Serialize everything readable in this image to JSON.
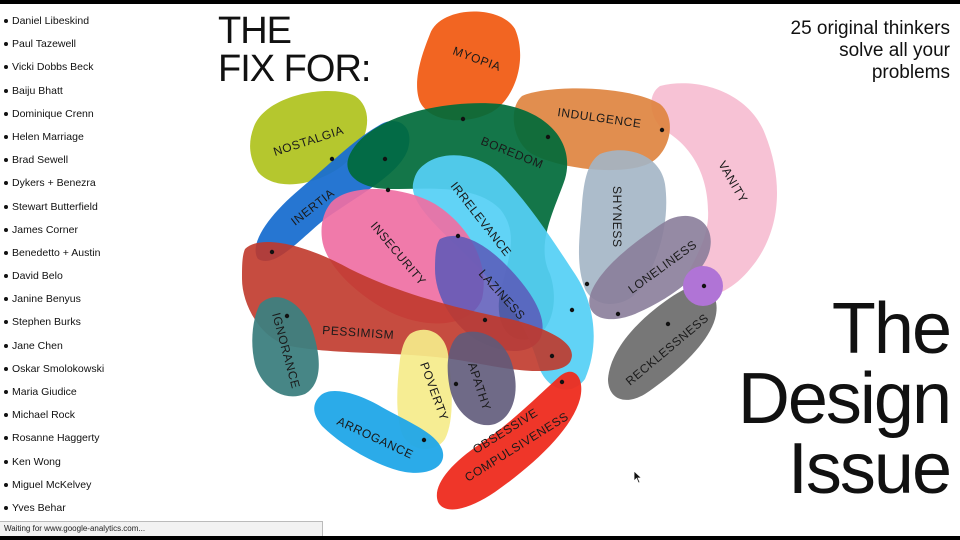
{
  "sidebar": {
    "items": [
      "Daniel Libeskind",
      "Paul Tazewell",
      "Vicki Dobbs Beck",
      "Baiju Bhatt",
      "Dominique Crenn",
      "Helen Marriage",
      "Brad Sewell",
      "Dykers + Benezra",
      "Stewart Butterfield",
      "James Corner",
      "Benedetto + Austin",
      "David Belo",
      "Janine Benyus",
      "Stephen Burks",
      "Jane Chen",
      "Oskar Smolokowski",
      "Maria Giudice",
      "Michael Rock",
      "Rosanne Haggerty",
      "Ken Wong",
      "Miguel McKelvey",
      "Yves Behar"
    ]
  },
  "header": {
    "fix_line1": "THE",
    "fix_line2": "FIX FOR:",
    "tagline_line1": "25 original thinkers",
    "tagline_line2": "solve all your",
    "tagline_line3": "problems"
  },
  "title": {
    "line1": "The",
    "line2": "Design",
    "line3": "Issue"
  },
  "blobs": {
    "myopia": "MYOPIA",
    "nostalgia": "NOSTALGIA",
    "boredom": "BOREDOM",
    "indulgence": "INDULGENCE",
    "vanity": "VANITY",
    "inertia": "INERTIA",
    "irrelevance": "IRRELEVANCE",
    "insecurity": "INSECURITY",
    "shyness": "SHYNESS",
    "loneliness": "LONELINESS",
    "laziness": "LAZINESS",
    "pessimism": "PESSIMISM",
    "ignorance": "IGNORANCE",
    "recklessness": "RECKLESSNESS",
    "poverty": "POVERTY",
    "apathy": "APATHY",
    "arrogance": "ARROGANCE",
    "obsessive_line1": "OBSESSIVE",
    "obsessive_line2": "COMPULSIVENESS"
  },
  "colors": {
    "myopia": "#f26522",
    "nostalgia": "#b5c72e",
    "boredom": "#006a3a",
    "indulgence": "#de8440",
    "vanity": "#f7bfd3",
    "inertia": "#1a6fd0",
    "irrelevance": "#55d0f5",
    "insecurity": "#ef6fa3",
    "shyness": "#a3b5c5",
    "loneliness": "#8a7d9a",
    "laziness": "#5a58b8",
    "pessimism": "#c0392b",
    "ignorance": "#3d7f7f",
    "recklessness": "#6b6b6b",
    "poverty": "#f5ec8a",
    "apathy": "#5f5a7a",
    "arrogance": "#20a6e8",
    "obsessive": "#ee2b1e",
    "purple_dot": "#b074d6"
  },
  "status": {
    "text": "Waiting for www.google-analytics.com..."
  }
}
